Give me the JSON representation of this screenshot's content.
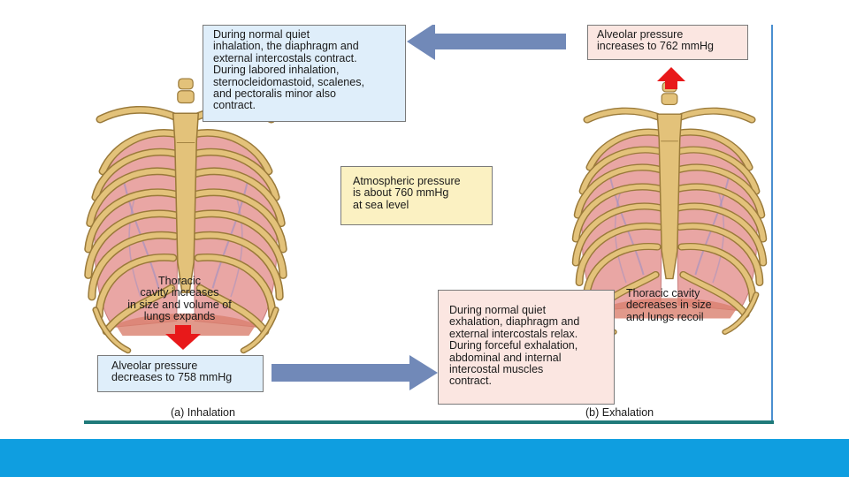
{
  "inhalation": {
    "muscles_note": "During normal quiet\ninhalation, the diaphragm and\nexternal intercostals contract.\nDuring labored inhalation,\nsternocleidomastoid, scalenes,\nand pectoralis minor also\ncontract.",
    "cavity_note": "Thoracic\ncavity increases\nin size and volume of\nlungs expands",
    "pressure_note": "Alveolar pressure\ndecreases to 758 mmHg",
    "caption": "(a) Inhalation"
  },
  "atmosphere": {
    "note": "Atmospheric pressure\nis about 760 mmHg\nat sea level"
  },
  "exhalation": {
    "pressure_note": "Alveolar pressure\nincreases to 762 mmHg",
    "cavity_note": "Thoracic cavity\ndecreases in size\nand lungs recoil",
    "muscles_note": "During normal quiet\nexhalation, diaphragm and\nexternal intercostals relax.\nDuring forceful exhalation,\nabdominal and internal\nintercostal muscles\ncontract.",
    "caption": "(b) Exhalation"
  },
  "colors": {
    "bone": "#e3c27a",
    "bone_edge": "#9a7a3a",
    "lung": "#e9a6a4",
    "blue_arrow": "#7189b8",
    "red_arrow": "#e8191a",
    "footer": "#0f9ee0"
  }
}
